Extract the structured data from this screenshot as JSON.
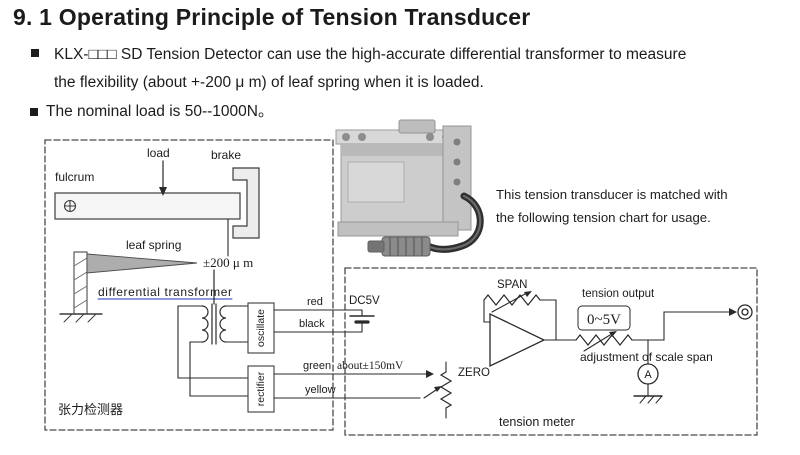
{
  "page": {
    "title": "9. 1  Operating Principle of Tension Transducer"
  },
  "bullets": [
    {
      "lines": [
        "KLX-□□□ SD  Tension Detector can use the high-accurate differential transformer to measure",
        "the flexibility (about +-200 μ m) of leaf spring when it is loaded."
      ]
    },
    {
      "lines": [
        "The nominal load is  50--1000N。"
      ]
    }
  ],
  "photo_caption": {
    "line1": "This tension transducer is matched with",
    "line2": "the following tension chart for usage."
  },
  "detector_box": {
    "load": "load",
    "brake": "brake",
    "fulcrum": "fulcrum",
    "leaf_spring": "leaf spring",
    "deflection": "±200 μ m",
    "differential_transformer": "differential transformer",
    "oscillate": "oscillate",
    "rectifier": "rectifier",
    "name": "张力检测器"
  },
  "meter_box": {
    "red": "red",
    "black": "black",
    "dc5v": "DC5V",
    "green": "green",
    "yellow": "yellow",
    "about_level": "about±150mV",
    "span": "SPAN",
    "zero": "ZERO",
    "tension_output": "tension output",
    "output_range": "0~5V",
    "adjustment": "adjustment of scale span",
    "ammeter": "A",
    "name": "tension meter"
  },
  "colors": {
    "link_blue": "#2233bb",
    "ink": "#1c1c1c"
  }
}
